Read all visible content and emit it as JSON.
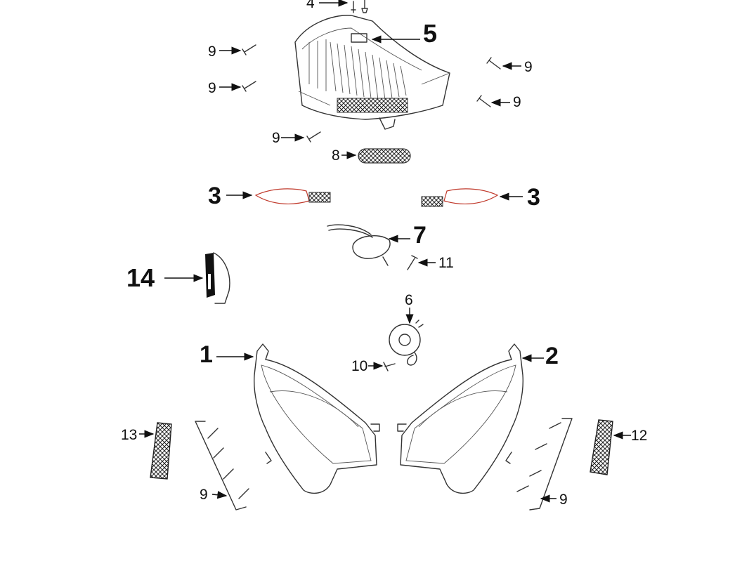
{
  "callouts": {
    "c1": "1",
    "c2": "2",
    "c3a": "3",
    "c3b": "3",
    "c4": "4",
    "c5": "5",
    "c6": "6",
    "c7": "7",
    "c8": "8",
    "c9a": "9",
    "c9b": "9",
    "c9c": "9",
    "c9d": "9",
    "c9e": "9",
    "c9f": "9",
    "c9g": "9",
    "c10": "10",
    "c11": "11",
    "c12": "12",
    "c13": "13",
    "c14": "14"
  },
  "colors": {
    "line": "#333333",
    "label": "#111111",
    "accent": "#c0392b"
  }
}
